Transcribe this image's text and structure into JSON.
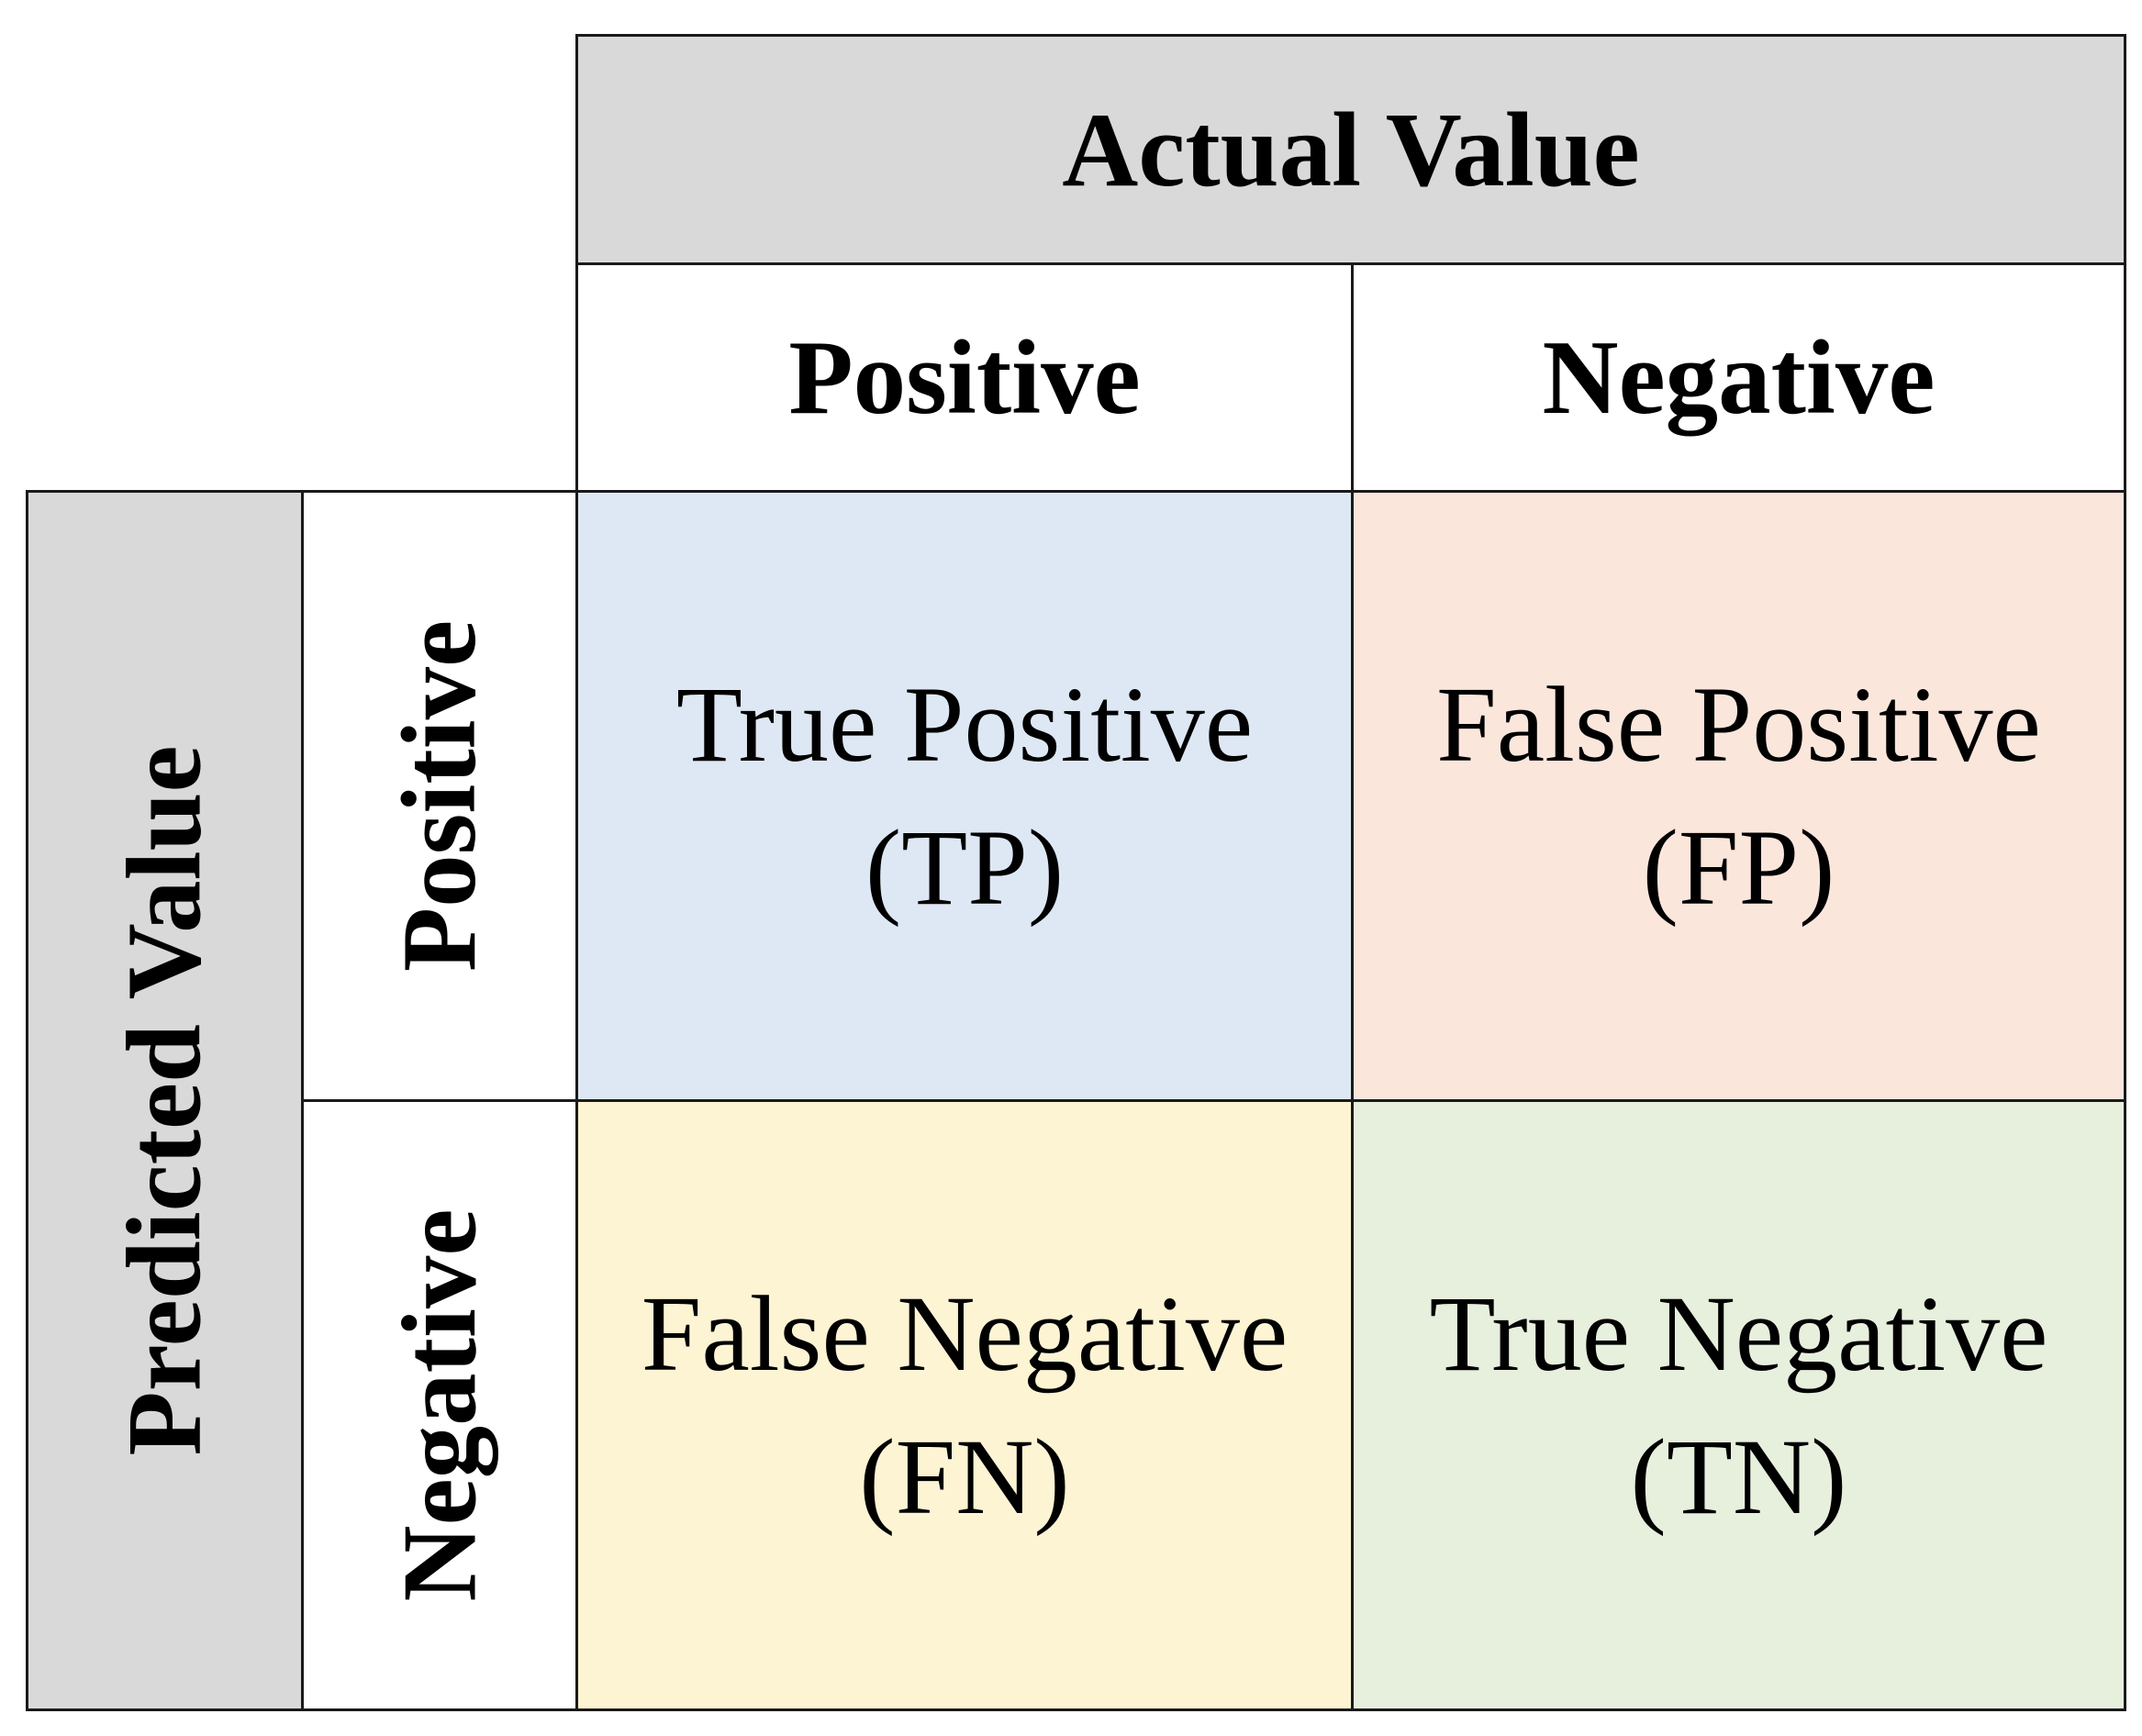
{
  "actual": {
    "title": "Actual Value",
    "columns": [
      "Positive",
      "Negative"
    ]
  },
  "predicted": {
    "title": "Predicted Value",
    "rows": [
      "Positive",
      "Negative"
    ]
  },
  "cells": [
    {
      "label": "True Positive",
      "abbr": "(TP)",
      "color": "#dee8f4"
    },
    {
      "label": "False Positive",
      "abbr": "(FP)",
      "color": "#fbe6dc"
    },
    {
      "label": "False Negative",
      "abbr": "(FN)",
      "color": "#fdf4d4"
    },
    {
      "label": "True Negative",
      "abbr": "(TN)",
      "color": "#e7efdd"
    }
  ],
  "colors": {
    "header_fill": "#d9d9d9",
    "border": "#1a1a1a"
  }
}
